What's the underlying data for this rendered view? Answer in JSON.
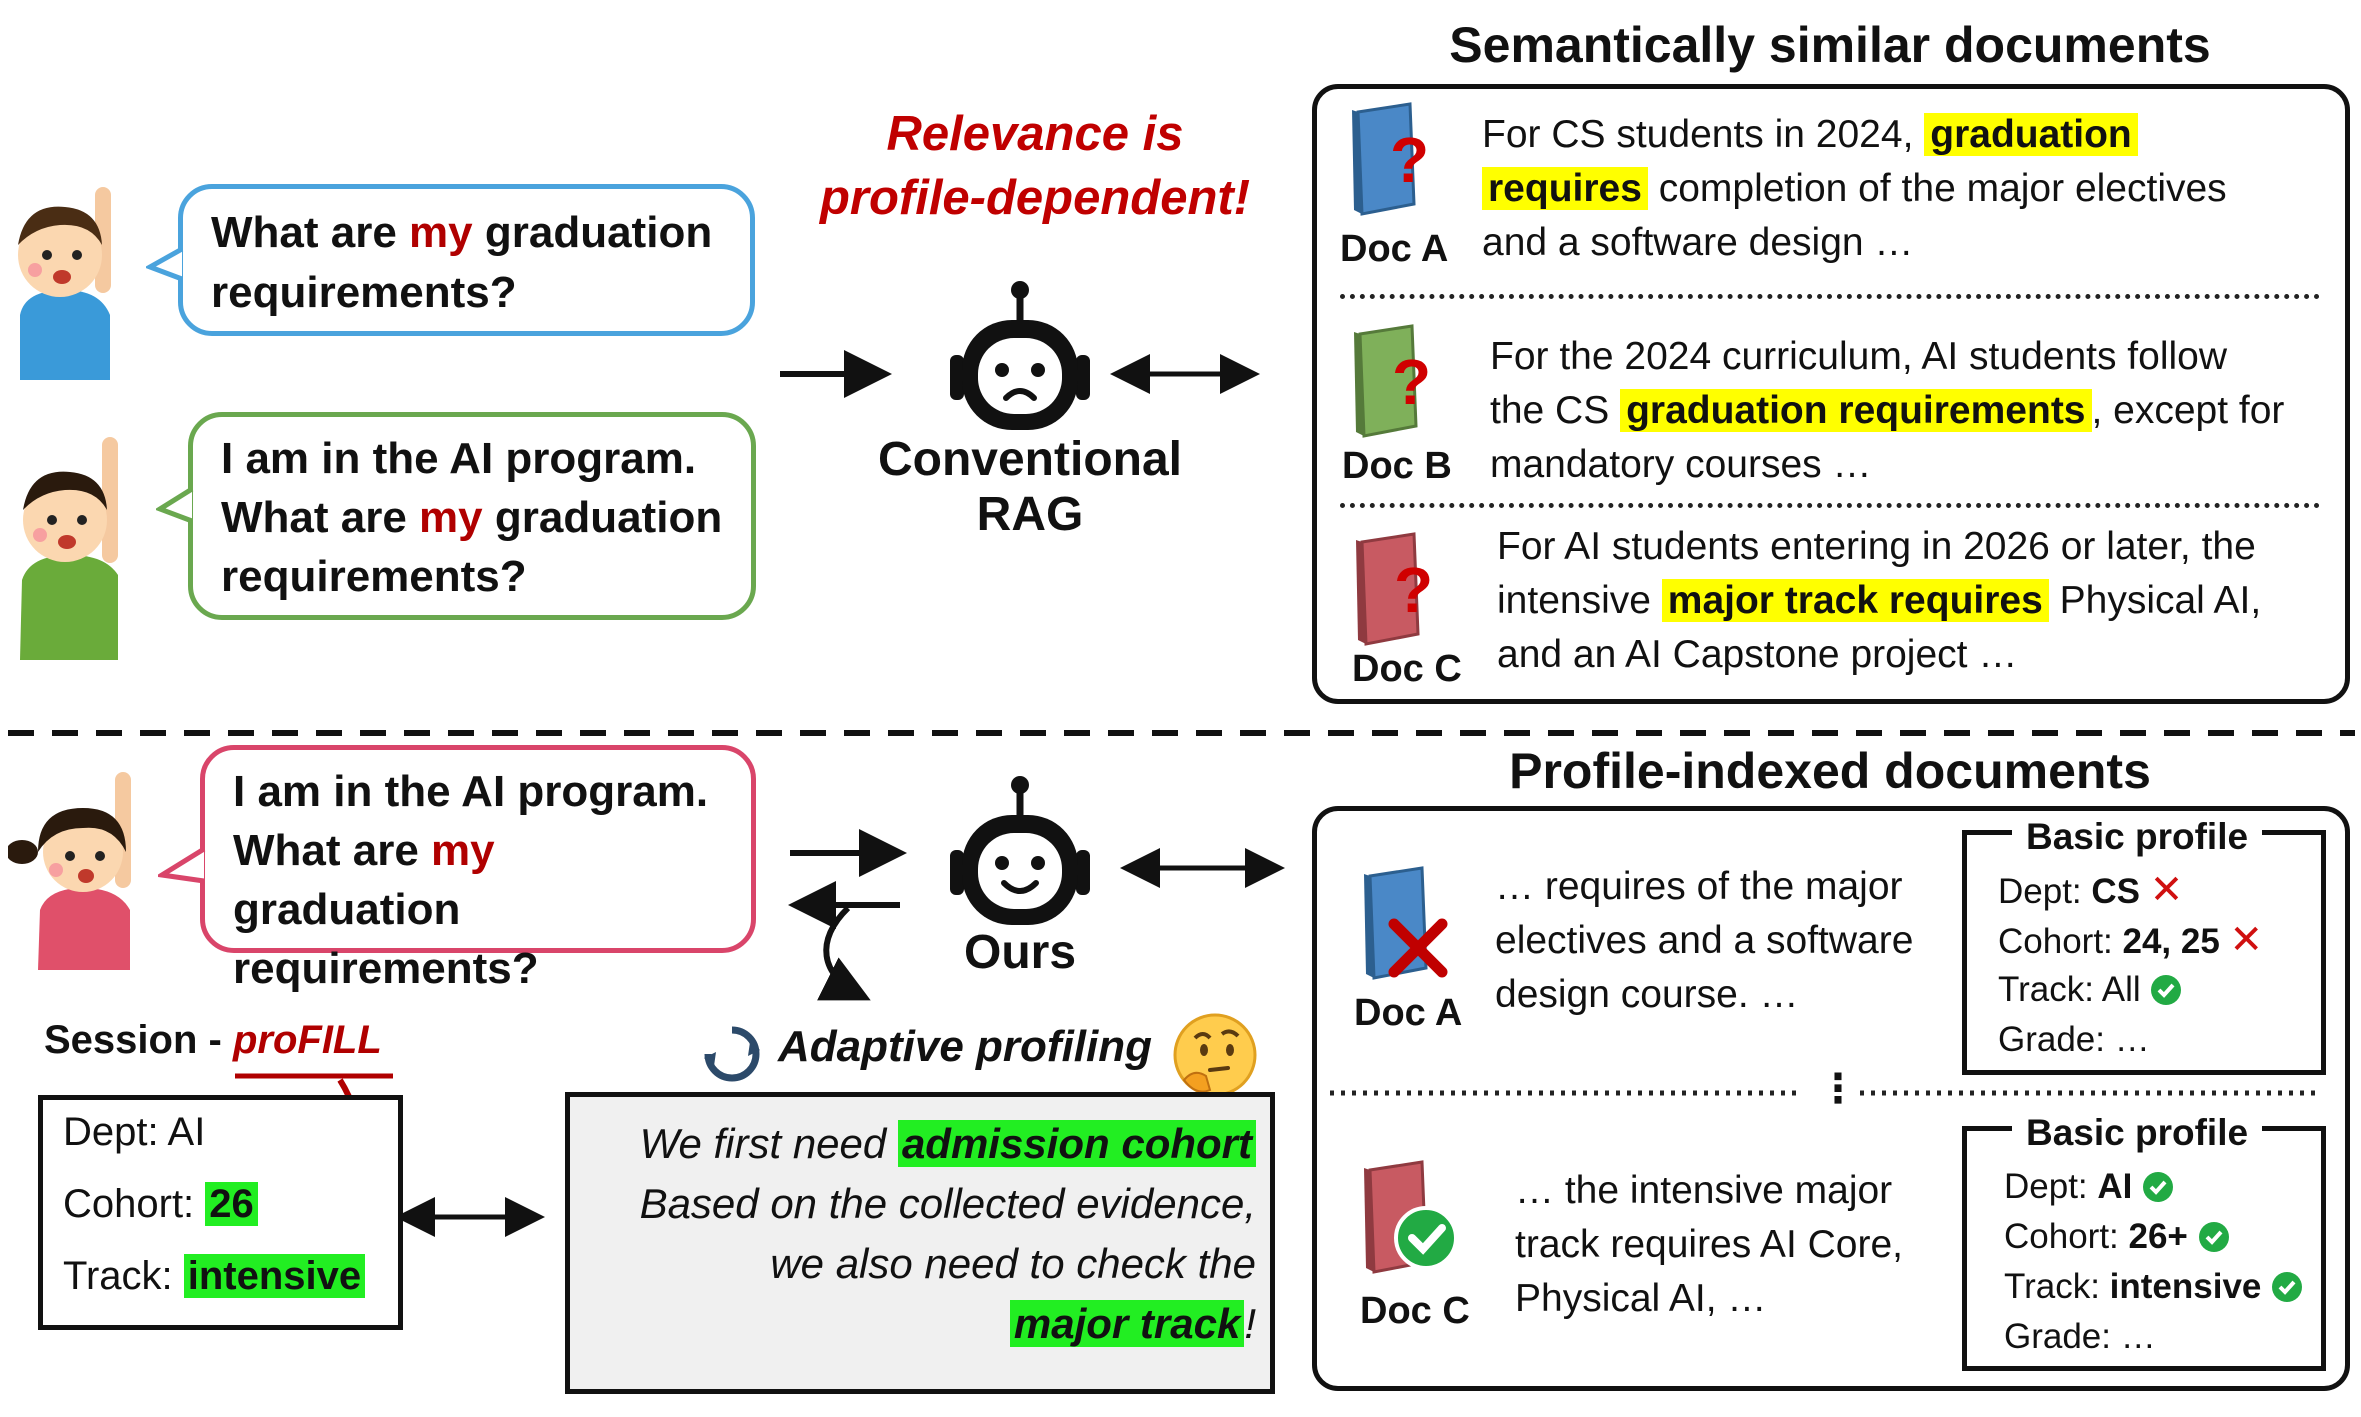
{
  "top": {
    "relevance_line1": "Relevance is",
    "relevance_line2": "profile-dependent!",
    "robot_label": "Conventional RAG",
    "user1": {
      "pre": "What are ",
      "my": "my",
      "post": " graduation",
      "line2": "requirements?"
    },
    "user2": {
      "line1": "I am in the AI program.",
      "pre": "What are ",
      "my": "my",
      "post": " graduation",
      "line3": "requirements?"
    },
    "panel_title": "Semantically similar documents",
    "docs": [
      {
        "label": "Doc A",
        "l1_pre": "For CS students in 2024, ",
        "l1_hl": "graduation",
        "l2_hl": "requires",
        "l2_post": " completion of the major electives",
        "l3": "and a software design …"
      },
      {
        "label": "Doc B",
        "l1": "For the 2024 curriculum, AI students follow",
        "l2_pre": "the CS ",
        "l2_hl": "graduation requirements",
        "l2_post": ", except for",
        "l3": "mandatory courses …"
      },
      {
        "label": "Doc C",
        "l1": "For AI students entering in 2026 or later, the",
        "l2_pre": "intensive ",
        "l2_hl": "major track requires",
        "l2_post": " Physical AI,",
        "l3": "and an AI Capstone project …"
      }
    ]
  },
  "bottom": {
    "user3": {
      "line1": "I am in the AI program.",
      "pre": "What are ",
      "my": "my",
      "post": " graduation",
      "line3": "requirements?"
    },
    "robot_label": "Ours",
    "session_label": "Session - ",
    "profill": "proFILL",
    "session": {
      "dept": "Dept: AI",
      "cohort_label": "Cohort: ",
      "cohort_val": "26",
      "track_label": "Track: ",
      "track_val": "intensive"
    },
    "adaptive_label": "Adaptive profiling",
    "reasoning": {
      "l1_pre": "We first need ",
      "l1_hl": "admission cohort",
      "l2": "Based on the collected evidence,",
      "l3": "we also need to check the",
      "l4_hl": "major track",
      "l4_post": "!"
    },
    "panel_title": "Profile-indexed documents",
    "docA": {
      "label": "Doc A",
      "l1": "… requires of the major",
      "l2": "electives and a software",
      "l3": "design course. …"
    },
    "docC": {
      "label": "Doc C",
      "l1": "… the intensive major",
      "l2": "track requires AI Core,",
      "l3": "Physical AI, …"
    },
    "profileA": {
      "title": "Basic profile",
      "dept_label": "Dept: ",
      "dept_val": "CS",
      "cohort_label": "Cohort: ",
      "cohort_val": "24, 25",
      "track": "Track: All",
      "grade": "Grade: …"
    },
    "profileC": {
      "title": "Basic profile",
      "dept_label": "Dept: ",
      "dept_val": "AI",
      "cohort_label": "Cohort: ",
      "cohort_val": "26+",
      "track_label": "Track: ",
      "track_val": "intensive",
      "grade": "Grade: …"
    },
    "vdots": "⋮"
  },
  "colors": {
    "accent_red": "#b00000",
    "highlight_yellow": "#ffff00",
    "highlight_green": "#22ee22",
    "bubble_blue": "#4aa3dd",
    "bubble_green": "#6aa84f",
    "bubble_pink": "#d9456a",
    "cross_red": "#d01010",
    "check_green": "#22aa44"
  }
}
